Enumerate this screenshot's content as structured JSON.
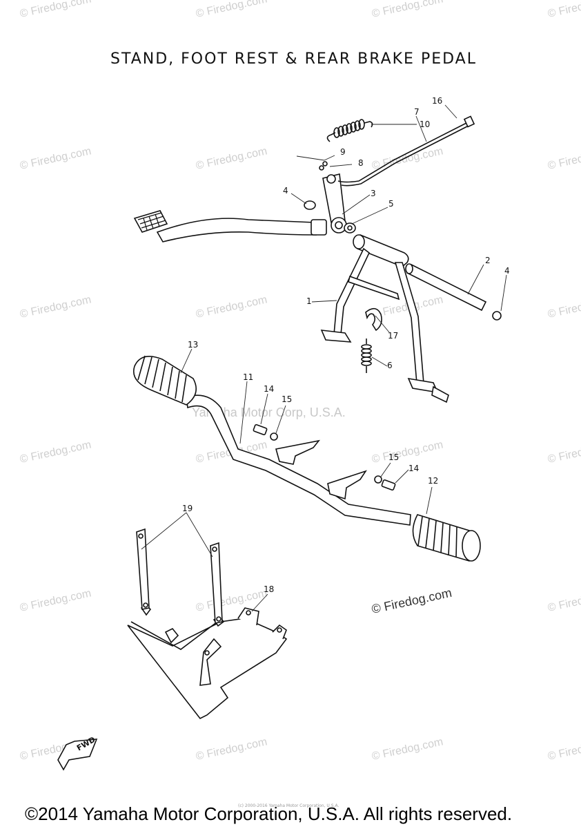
{
  "title": "STAND, FOOT REST & REAR BRAKE PEDAL",
  "footer": "©2014 Yamaha Motor Corporation, U.S.A. All rights reserved.",
  "watermark": "© Firedog.com",
  "yamaha_watermark": "Yamaha Motor Corp, U.S.A.",
  "small_copyright": "(c) 2000-2016 Yamaha Motor Corporation, U.S.A.",
  "fwd_label": "FWD",
  "callouts": {
    "c1": "1",
    "c2": "2",
    "c3": "3",
    "c4a": "4",
    "c4b": "4",
    "c5": "5",
    "c6": "6",
    "c7": "7",
    "c8": "8",
    "c9": "9",
    "c10": "10",
    "c11": "11",
    "c12": "12",
    "c13": "13",
    "c14a": "14",
    "c14b": "14",
    "c15a": "15",
    "c15b": "15",
    "c16": "16",
    "c17": "17",
    "c18": "18",
    "c19": "19"
  }
}
